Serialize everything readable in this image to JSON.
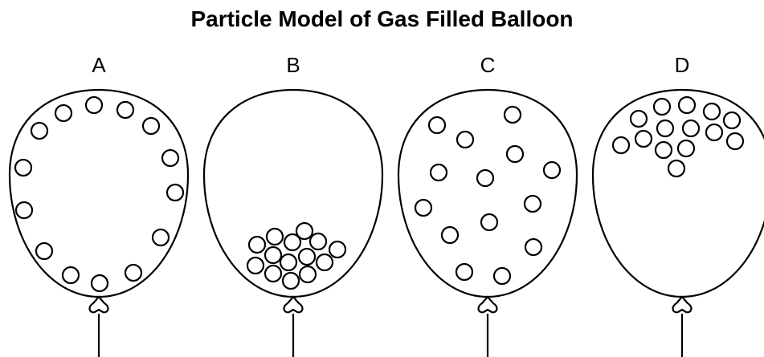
{
  "title": "Particle Model of Gas Filled Balloon",
  "balloons": [
    {
      "label": "A"
    },
    {
      "label": "B"
    },
    {
      "label": "C"
    },
    {
      "label": "D"
    }
  ],
  "colors": {
    "stroke": "#000000",
    "background": "#ffffff"
  }
}
